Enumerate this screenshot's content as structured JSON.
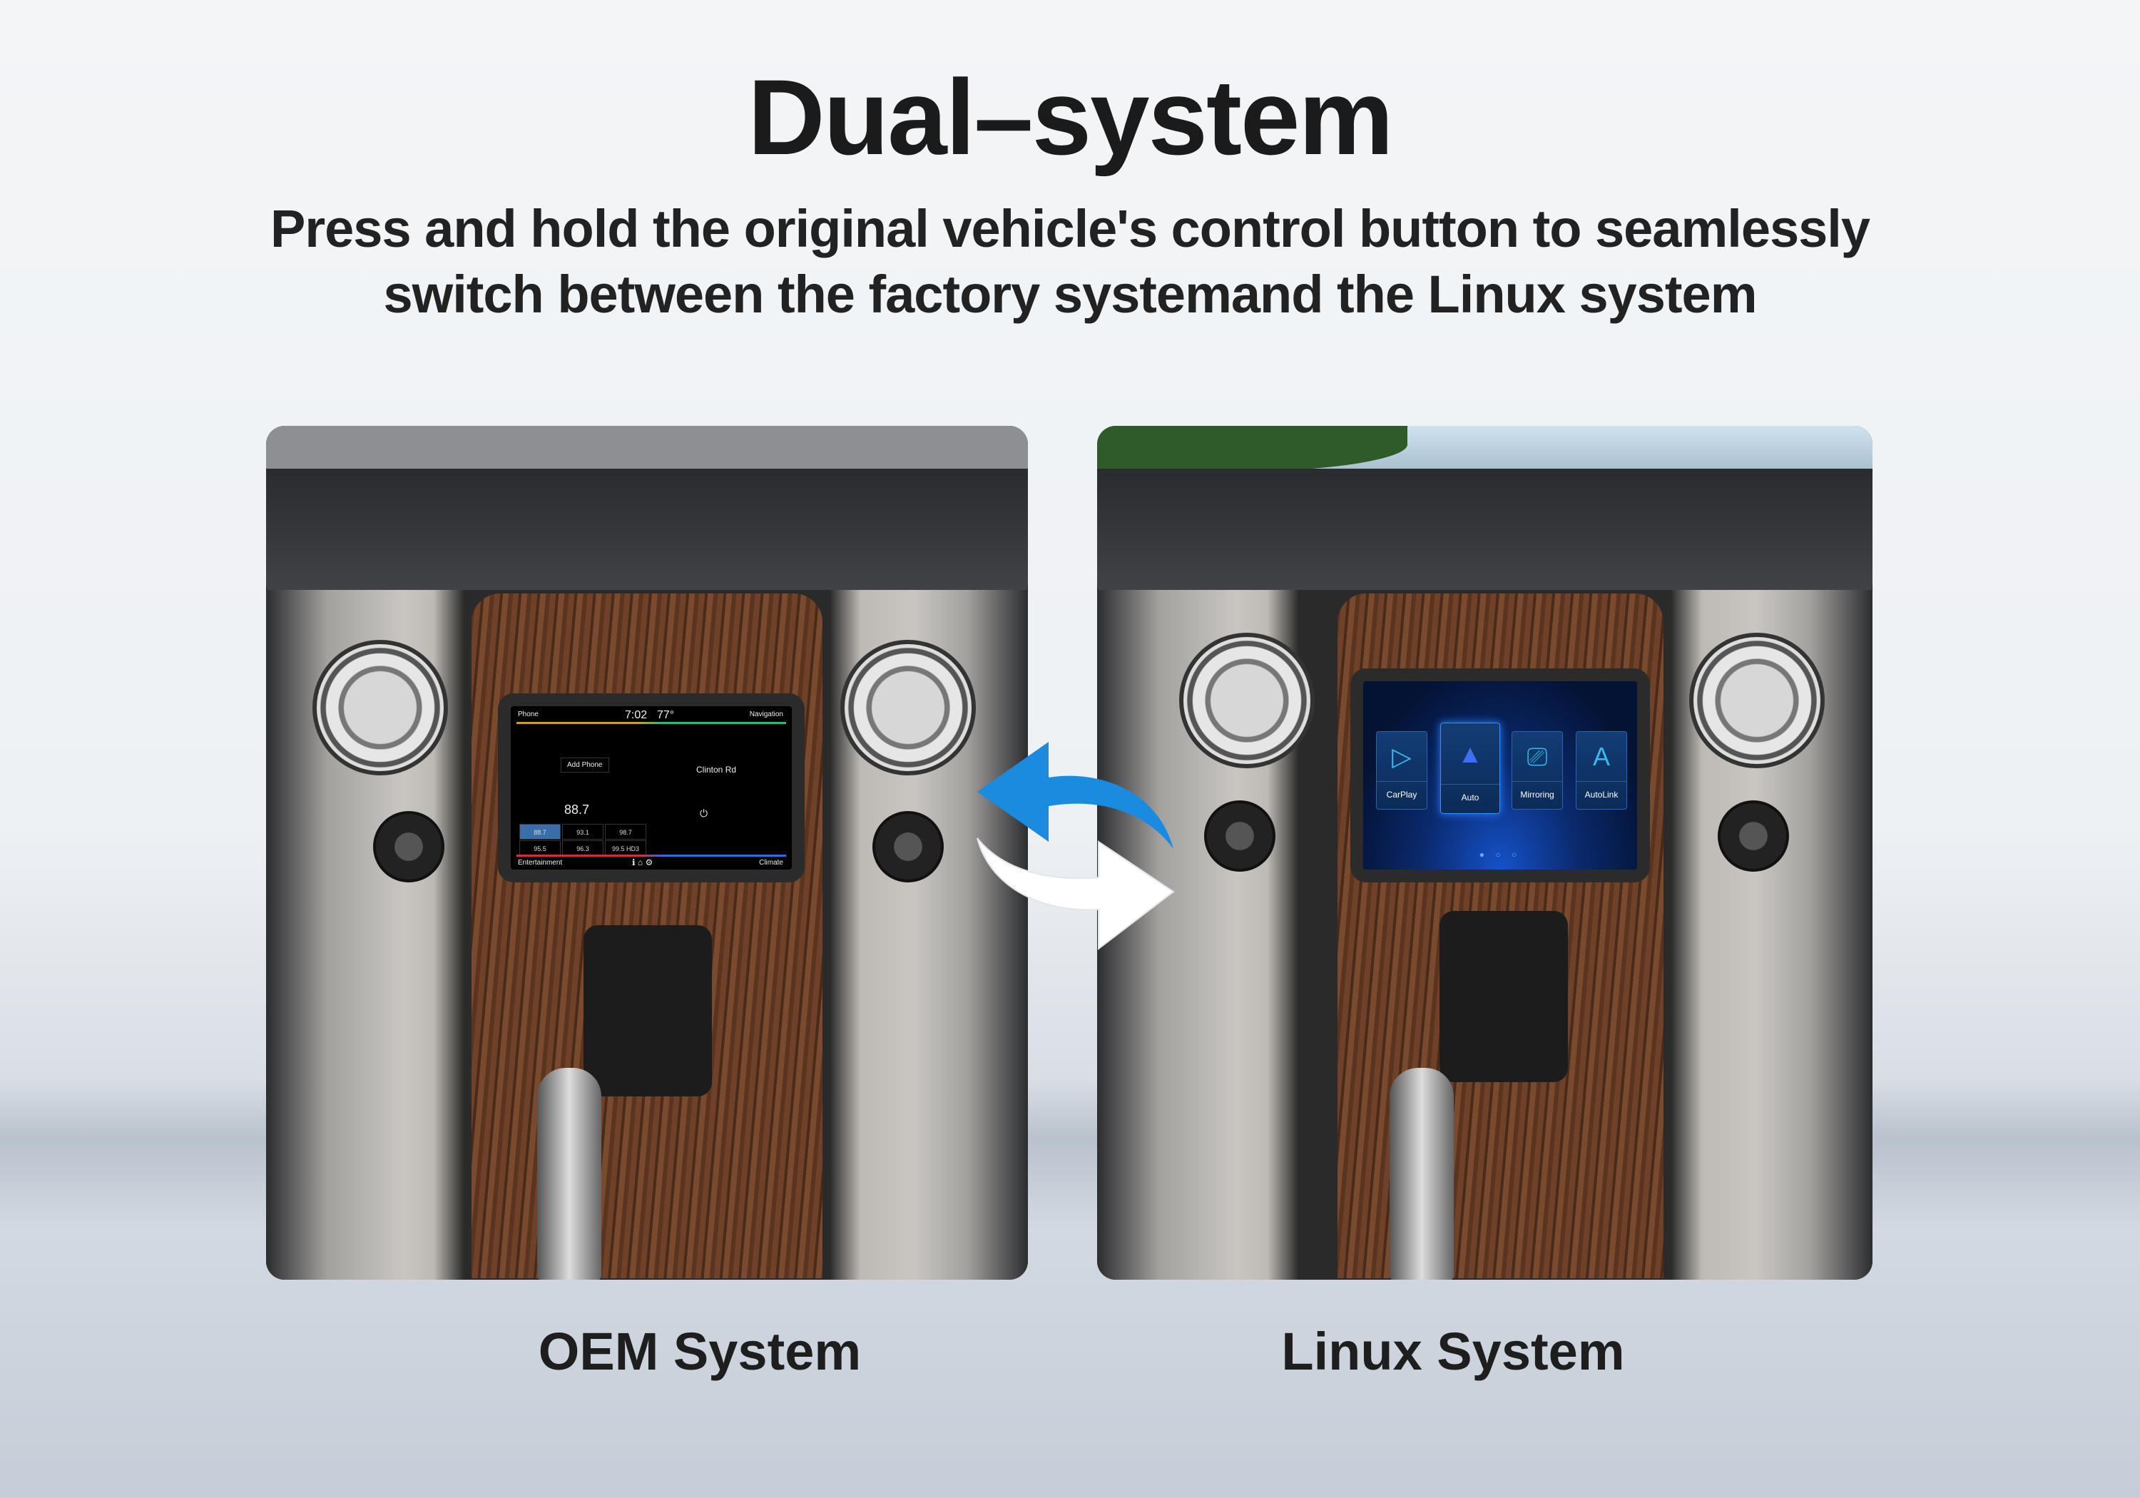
{
  "header": {
    "title": "Dual–system",
    "subtitle_line1": "Press and hold the original vehicle's control button to seamlessly",
    "subtitle_line2": "switch between the factory systemand the Linux system"
  },
  "oem": {
    "label": "OEM System",
    "screen": {
      "phone": "Phone",
      "time": "7:02",
      "temp": "77°",
      "navigation": "Navigation",
      "add_phone": "Add Phone",
      "street": "Clinton Rd",
      "frequency": "88.7",
      "presets": [
        "88.7",
        "93.1",
        "98.7",
        "95.5",
        "96.3",
        "99.5 HD3"
      ],
      "entertainment": "Entertainment",
      "climate": "Climate"
    }
  },
  "linux": {
    "label": "Linux System",
    "apps": [
      {
        "label": "CarPlay",
        "icon": "carplay-icon"
      },
      {
        "label": "Auto",
        "icon": "android-auto-icon"
      },
      {
        "label": "Mirroring",
        "icon": "mirroring-icon"
      },
      {
        "label": "AutoLink",
        "icon": "autolink-icon"
      }
    ],
    "page_indicator": "● ○ ○"
  },
  "colors": {
    "arrow_blue": "#1b8be0",
    "arrow_white": "#ffffff"
  }
}
